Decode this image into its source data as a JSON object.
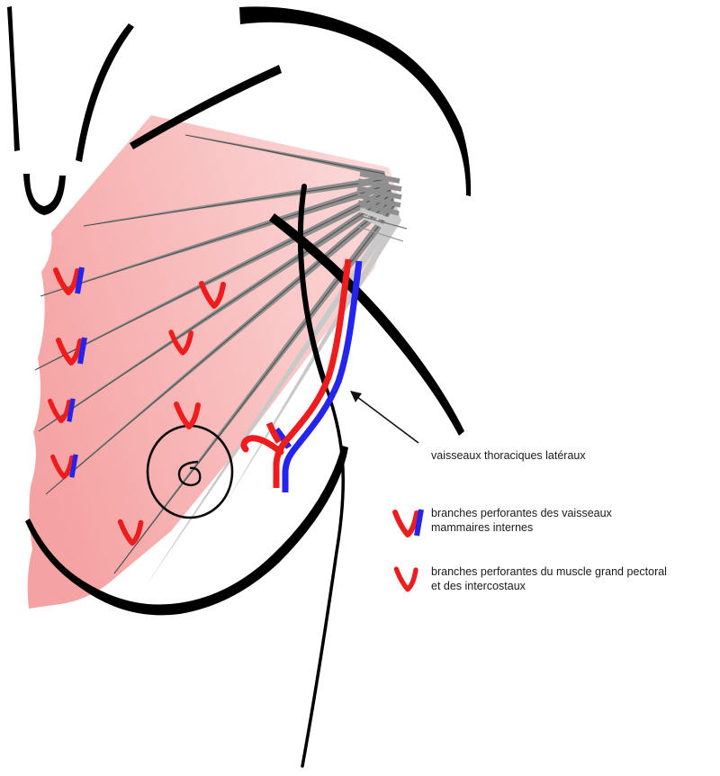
{
  "figure_labels": {
    "lateral_vessels": "vaisseaux thoraciques latéraux",
    "legend": [
      {
        "icon": "red-check-with-blue-bar-icon",
        "line1": "branches perforantes des vaisseaux",
        "line2": "mammaires internes"
      },
      {
        "icon": "red-check-icon",
        "line1": "branches perforantes du muscle grand pectoral",
        "line2": "et des intercostaux"
      }
    ]
  },
  "colors": {
    "artery_red": "#ee1c1c",
    "vein_blue": "#2424ee",
    "muscle_pink_left": "#f5a2a2",
    "muscle_pink_right": "#fcdada",
    "fiber_gray": "#8f8f8f",
    "fiber_gray_light": "#c9c9c9",
    "fiber_line_dark": "#4f4f4f",
    "outline_black": "#000000",
    "text_color": "#1a1a1a"
  }
}
